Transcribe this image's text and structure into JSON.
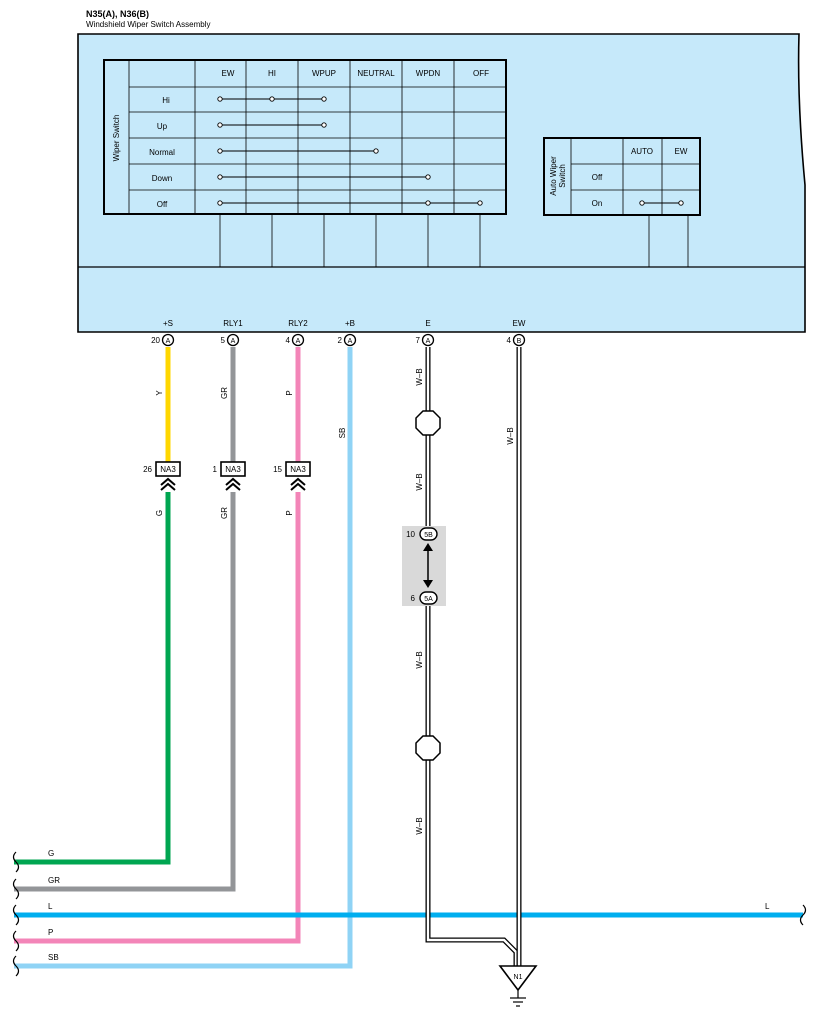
{
  "header": {
    "title": "N35(A), N36(B)",
    "subtitle": "Windshield Wiper Switch Assembly"
  },
  "wiper_table": {
    "title": "Wiper Switch",
    "columns": [
      "EW",
      "HI",
      "WPUP",
      "NEUTRAL",
      "WPDN",
      "OFF"
    ],
    "rows": [
      {
        "label": "Hi",
        "connect": [
          "EW",
          "HI",
          "WPUP"
        ]
      },
      {
        "label": "Up",
        "connect": [
          "EW",
          "WPUP"
        ]
      },
      {
        "label": "Normal",
        "connect": [
          "EW",
          "NEUTRAL"
        ]
      },
      {
        "label": "Down",
        "connect": [
          "EW",
          "WPDN"
        ]
      },
      {
        "label": "Off",
        "connect": [
          "EW",
          "WPDN",
          "OFF"
        ]
      }
    ]
  },
  "auto_table": {
    "title_line1": "Auto Wiper",
    "title_line2": "Switch",
    "columns": [
      "AUTO",
      "EW"
    ],
    "rows": [
      {
        "label": "Off",
        "connect": []
      },
      {
        "label": "On",
        "connect": [
          "AUTO",
          "EW"
        ]
      }
    ]
  },
  "pins": [
    {
      "name": "+S",
      "pin": "20",
      "conn": "A",
      "wire": "Y"
    },
    {
      "name": "RLY1",
      "pin": "5",
      "conn": "A",
      "wire": "GR"
    },
    {
      "name": "RLY2",
      "pin": "4",
      "conn": "A",
      "wire": "P"
    },
    {
      "name": "+B",
      "pin": "2",
      "conn": "A",
      "wire": "SB"
    },
    {
      "name": "E",
      "pin": "7",
      "conn": "A",
      "wire": "W–B"
    },
    {
      "name": "EW",
      "pin": "4",
      "conn": "B",
      "wire": "W–B"
    }
  ],
  "junction": {
    "label": "NA3",
    "pins": [
      "26",
      "1",
      "15"
    ],
    "wires_below": [
      "G",
      "GR",
      "P"
    ]
  },
  "splice": {
    "top_pin": "10",
    "top_conn": "5B",
    "bottom_pin": "6",
    "bottom_conn": "5A"
  },
  "ground_wire_labels": [
    "W–B",
    "W–B",
    "W–B",
    "W–B"
  ],
  "ground": {
    "label": "N1"
  },
  "bus_wires": [
    {
      "label": "G",
      "color": "#00a651"
    },
    {
      "label": "GR",
      "color": "#939598"
    },
    {
      "label": "L",
      "color": "#00aeef"
    },
    {
      "label": "P",
      "color": "#f385b8"
    },
    {
      "label": "SB",
      "color": "#8fd3f5"
    }
  ],
  "bus_right_label": "L",
  "colors": {
    "Y": "#ffd700",
    "GR": "#939598",
    "P": "#f385b8",
    "SB": "#8fd3f5",
    "G": "#00a651",
    "L": "#00aeef",
    "panel": "#c6e9fa",
    "splice_bg": "#d9d9d9"
  }
}
